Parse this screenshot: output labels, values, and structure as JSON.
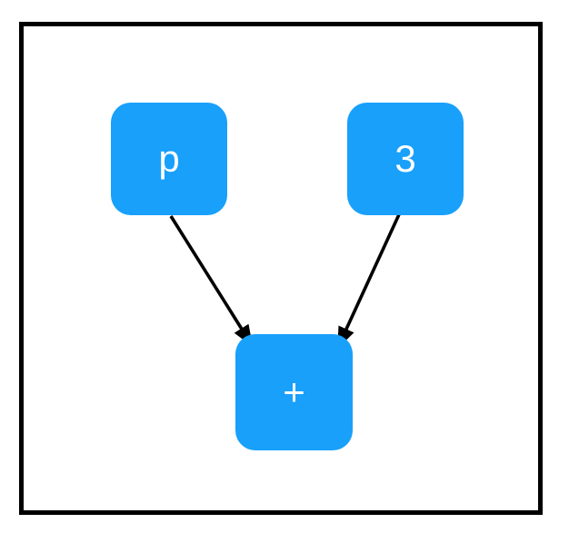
{
  "diagram": {
    "title": "expression-tree",
    "colors": {
      "node_fill": "#18a0fb",
      "node_text": "#ffffff",
      "arrow": "#000000",
      "frame_border": "#000000",
      "background": "#ffffff"
    },
    "nodes": [
      {
        "id": "p",
        "label": "p"
      },
      {
        "id": "3",
        "label": "3"
      },
      {
        "id": "plus",
        "label": "+"
      }
    ],
    "edges": [
      {
        "from": "p",
        "to": "plus"
      },
      {
        "from": "3",
        "to": "plus"
      }
    ]
  }
}
